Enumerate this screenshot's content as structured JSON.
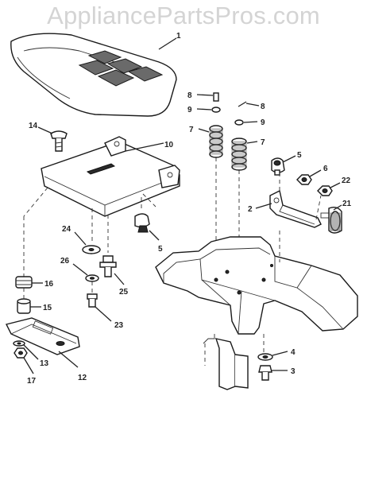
{
  "watermark": "AppliancePartsPros.com",
  "labels": {
    "l1": "1",
    "l2": "2",
    "l3": "3",
    "l4": "4",
    "l5a": "5",
    "l5b": "5",
    "l6": "6",
    "l7a": "7",
    "l7b": "7",
    "l8a": "8",
    "l8b": "8",
    "l9a": "9",
    "l9b": "9",
    "l10": "10",
    "l12": "12",
    "l13": "13",
    "l14": "14",
    "l15": "15",
    "l16": "16",
    "l17": "17",
    "l21": "21",
    "l22": "22",
    "l23": "23",
    "l24": "24",
    "l25": "25",
    "l26": "26"
  }
}
